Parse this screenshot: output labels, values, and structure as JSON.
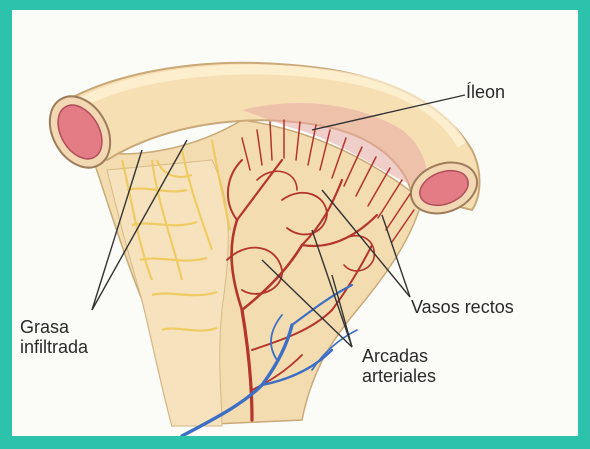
{
  "labels": {
    "ileon": "Íleon",
    "vasos_rectos": "Vasos rectos",
    "arcadas_line1": "Arcadas",
    "arcadas_line2": "arteriales",
    "grasa_line1": "Grasa",
    "grasa_line2": "infiltrada"
  },
  "colors": {
    "border": "#2cc2ac",
    "background": "#fbfcf8",
    "intestine": "#f7dfb4",
    "mesentery": "#f3dcb0",
    "artery": "#b3352c",
    "vein": "#3d6fc4",
    "fat": "#efc95a",
    "lumen": "#e47c86"
  }
}
